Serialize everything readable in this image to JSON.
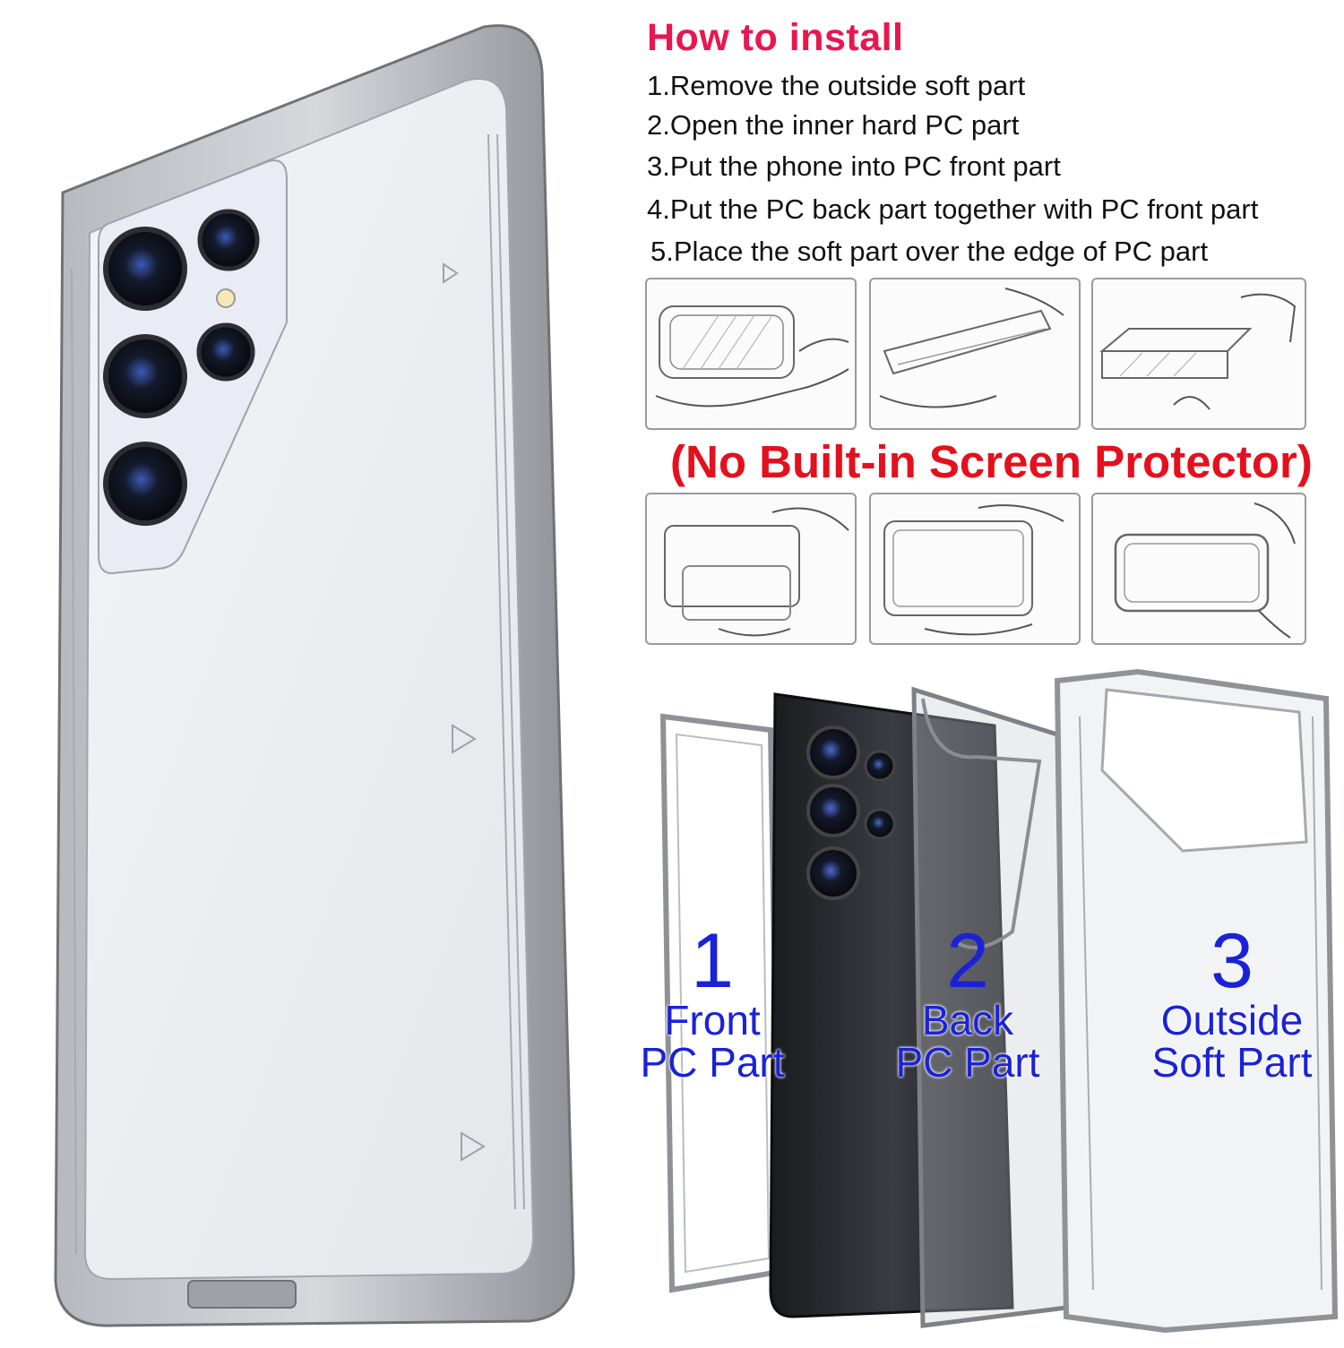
{
  "install": {
    "title": "How to install",
    "steps": [
      "1.Remove the outside soft part",
      "2.Open the inner hard PC part",
      "3.Put the phone into PC front part",
      "4.Put the PC back part together with PC front part",
      "5.Place the soft part over the edge of PC part"
    ],
    "notice": "(No Built-in Screen Protector)"
  },
  "parts": [
    {
      "number": "1",
      "label_line1": "Front",
      "label_line2": "PC Part"
    },
    {
      "number": "2",
      "label_line1": "Back",
      "label_line2": "PC Part"
    },
    {
      "number": "3",
      "label_line1": "Outside",
      "label_line2": "Soft Part"
    }
  ],
  "colors": {
    "title": "#e8174f",
    "notice": "#e5101e",
    "part_text": "#1a22d8",
    "step_text": "#111111"
  },
  "icons": {
    "illustrations": [
      "remove-soft-part-illustration",
      "open-hard-part-illustration",
      "insert-phone-illustration",
      "join-back-part-illustration",
      "press-together-illustration",
      "wrap-soft-part-illustration"
    ]
  }
}
